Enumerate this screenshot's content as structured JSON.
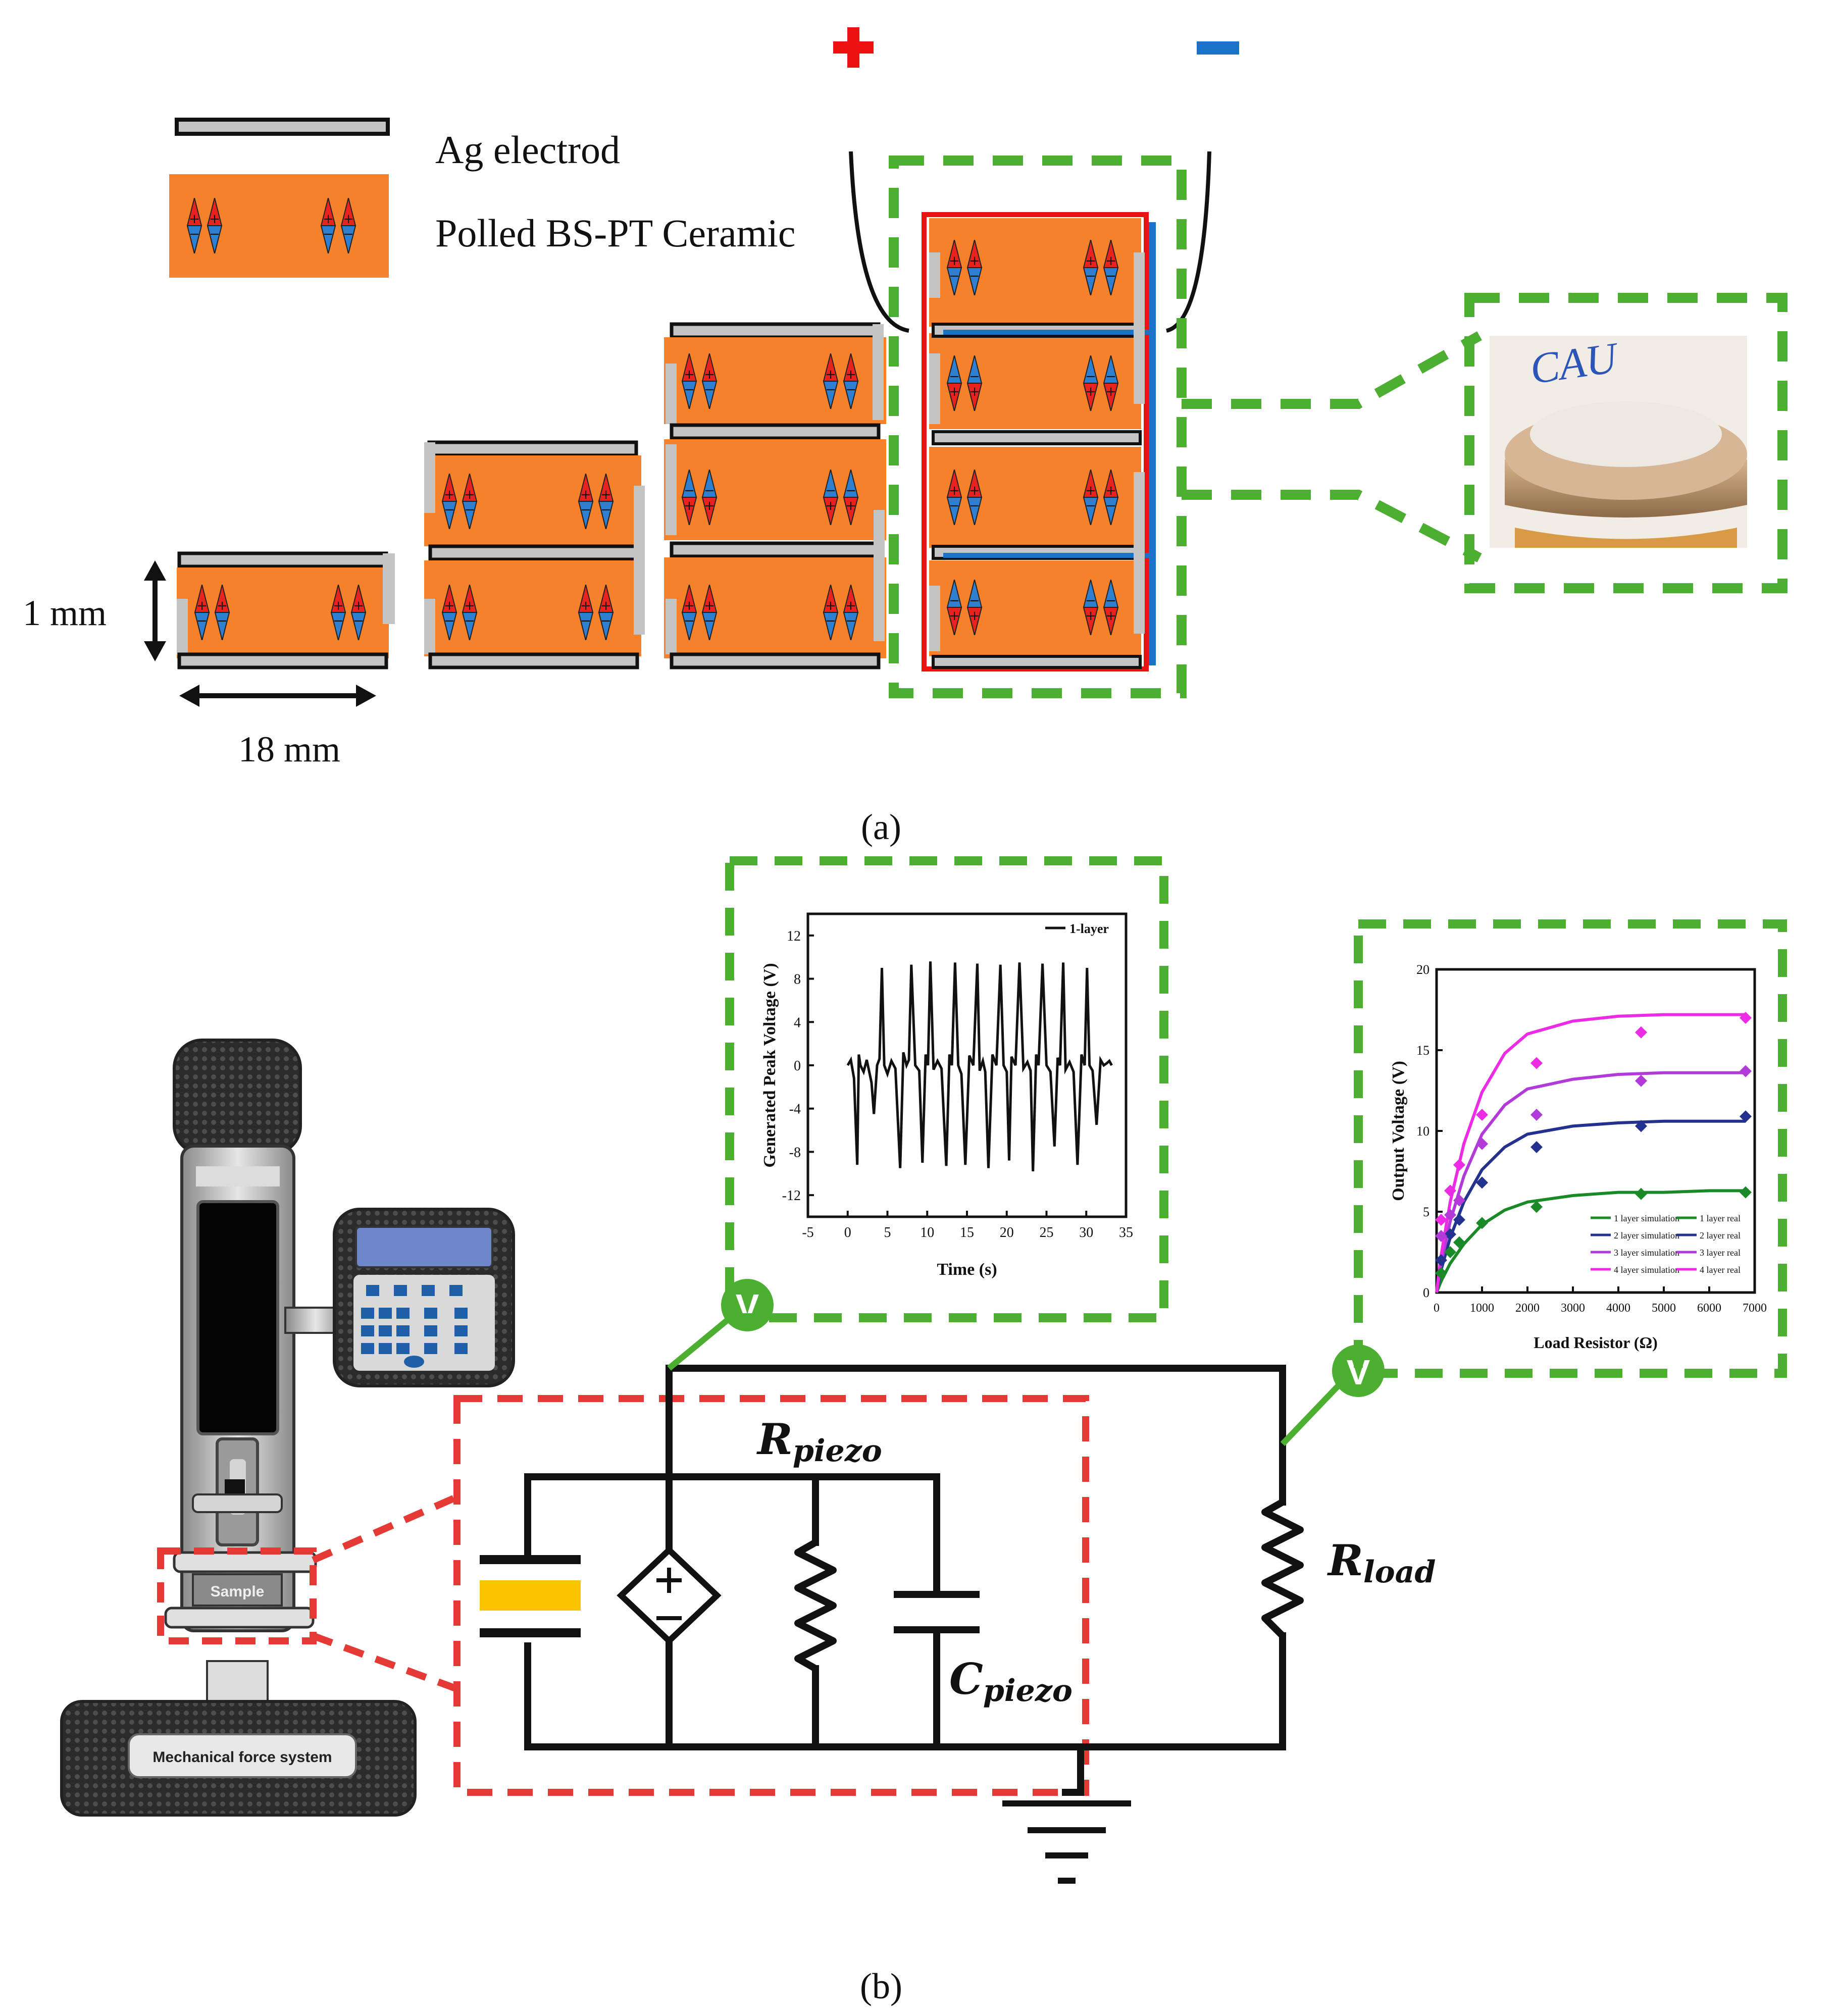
{
  "legend": {
    "electrode_label": "Ag  electrod",
    "ceramic_label": "Polled  BS-PT   Ceramic"
  },
  "terminals": {
    "plus": "+",
    "minus": "−",
    "plus_color": "#ee1111",
    "minus_color": "#1a73c6"
  },
  "dimensions": {
    "thickness": "1   mm",
    "width": "18  mm"
  },
  "colors": {
    "ceramic": "#f5822a",
    "electrode": "#c4c4c4",
    "highlight": "#4caf32",
    "circuit_box": "#e53935",
    "dipole_red": "#e8231f",
    "dipole_blue": "#2f7fd0",
    "capacitor_fill": "#f9c400"
  },
  "panel_labels": {
    "a": "(a)",
    "b": "(b)"
  },
  "photo": {
    "logo_text": "CAU"
  },
  "machine": {
    "sample_label": "Sample",
    "base_label": "Mechanical force system"
  },
  "circuit": {
    "r_piezo": {
      "main": "R",
      "sub": "piezo"
    },
    "c_piezo": {
      "main": "C",
      "sub": "piezo"
    },
    "r_load": {
      "main": "R",
      "sub": "load"
    },
    "meter_symbol": "V"
  },
  "chart_data": [
    {
      "type": "line",
      "xlabel": "Time (s)",
      "ylabel": "Generated Peak Voltage (V)",
      "xlim": [
        -5,
        35
      ],
      "ylim": [
        -14,
        14
      ],
      "xticks": [
        "-5",
        "0",
        "5",
        "10",
        "15",
        "20",
        "25",
        "30",
        "35"
      ],
      "yticks": [
        "12",
        "8",
        "4",
        "0",
        "-4",
        "-8",
        "-12"
      ],
      "legend": [
        "1-layer"
      ],
      "series": [
        {
          "name": "1-layer",
          "x": [
            0,
            0.4,
            0.8,
            1.2,
            1.4,
            1.6,
            2.0,
            2.4,
            3.0,
            3.3,
            3.7,
            4.0,
            4.3,
            4.6,
            5.0,
            5.5,
            6.0,
            6.6,
            7.0,
            7.4,
            7.7,
            8.0,
            8.5,
            9.0,
            9.4,
            9.8,
            10.1,
            10.4,
            10.8,
            11.3,
            11.8,
            12.4,
            12.8,
            13.1,
            13.5,
            13.9,
            14.3,
            14.8,
            15.3,
            15.8,
            16.3,
            16.6,
            17.0,
            17.3,
            17.7,
            18.2,
            18.7,
            19.2,
            19.6,
            20.0,
            20.3,
            20.6,
            21.1,
            21.6,
            22.1,
            22.6,
            23.0,
            23.3,
            23.7,
            24.0,
            24.5,
            25.0,
            25.5,
            26.0,
            26.4,
            26.7,
            27.1,
            27.4,
            27.9,
            28.4,
            28.9,
            29.4,
            29.8,
            30.1,
            30.4,
            30.8,
            31.3,
            31.8,
            32.2,
            32.6,
            32.9,
            33.2
          ],
          "values": [
            0,
            0.5,
            -1.2,
            -9.2,
            1.0,
            0,
            -0.6,
            0.5,
            -1.6,
            -4.5,
            0,
            0.6,
            9.0,
            0,
            -0.8,
            0.4,
            -0.3,
            -9.5,
            1.2,
            0,
            0.5,
            9.3,
            0,
            -0.5,
            -9.0,
            1.0,
            0,
            9.6,
            -0.4,
            0.4,
            -0.3,
            -9.3,
            1.0,
            0,
            9.5,
            0,
            -0.8,
            -9.2,
            0.9,
            0,
            9.4,
            -0.5,
            0.4,
            -0.6,
            -9.5,
            1.0,
            0,
            9.3,
            0,
            -0.6,
            -8.8,
            0.8,
            0,
            9.5,
            -0.3,
            0.3,
            -0.5,
            -9.8,
            1.0,
            0,
            9.4,
            0,
            -0.6,
            -7.5,
            0.7,
            0,
            9.5,
            -0.4,
            0.3,
            -0.6,
            -9.2,
            1.0,
            0,
            9.0,
            0,
            -0.5,
            -5.5,
            0.5,
            0,
            0.2,
            0.4,
            0
          ]
        }
      ]
    },
    {
      "type": "line",
      "xlabel": "Load Resistor (Ω)",
      "ylabel": "Output Voltage (V)",
      "xlim": [
        0,
        7000
      ],
      "ylim": [
        0,
        20
      ],
      "xticks": [
        "0",
        "1000",
        "2000",
        "3000",
        "4000",
        "5000",
        "6000",
        "7000"
      ],
      "yticks": [
        "0",
        "5",
        "10",
        "15",
        "20"
      ],
      "series": [
        {
          "name": "1 layer simulation",
          "color": "#1a8a28",
          "x": [
            0,
            100,
            300,
            600,
            1000,
            1500,
            2000,
            3000,
            4000,
            5000,
            6000,
            6800
          ],
          "values": [
            0,
            0.7,
            1.8,
            3.0,
            4.2,
            5.1,
            5.6,
            6.0,
            6.2,
            6.2,
            6.3,
            6.3
          ]
        },
        {
          "name": "2 layer simulation",
          "color": "#23318f",
          "x": [
            0,
            100,
            300,
            600,
            1000,
            1500,
            2000,
            3000,
            4000,
            5000,
            6000,
            6800
          ],
          "values": [
            0,
            1.4,
            3.4,
            5.6,
            7.6,
            9.0,
            9.8,
            10.3,
            10.5,
            10.6,
            10.6,
            10.6
          ]
        },
        {
          "name": "3 layer simulation",
          "color": "#b13ad8",
          "x": [
            0,
            100,
            300,
            600,
            1000,
            1500,
            2000,
            3000,
            4000,
            5000,
            6000,
            6800
          ],
          "values": [
            0,
            1.8,
            4.4,
            7.2,
            9.8,
            11.6,
            12.6,
            13.2,
            13.5,
            13.6,
            13.6,
            13.6
          ]
        },
        {
          "name": "4 layer simulation",
          "color": "#ec2be4",
          "x": [
            0,
            100,
            300,
            600,
            1000,
            1500,
            2000,
            3000,
            4000,
            5000,
            6000,
            6800
          ],
          "values": [
            0,
            2.3,
            5.6,
            9.2,
            12.4,
            14.8,
            16.0,
            16.8,
            17.1,
            17.2,
            17.2,
            17.2
          ]
        },
        {
          "name": "1 layer real",
          "color": "#1a8a28",
          "x": [
            100,
            300,
            500,
            1000,
            2200,
            4500,
            6800
          ],
          "values": [
            1.2,
            2.5,
            3.1,
            4.3,
            5.3,
            6.1,
            6.2
          ]
        },
        {
          "name": "2 layer real",
          "color": "#23318f",
          "x": [
            100,
            300,
            500,
            1000,
            2200,
            4500,
            6800
          ],
          "values": [
            2.0,
            3.6,
            4.5,
            6.8,
            9.0,
            10.3,
            10.9
          ]
        },
        {
          "name": "3 layer real",
          "color": "#b13ad8",
          "x": [
            100,
            300,
            500,
            1000,
            2200,
            4500,
            6800
          ],
          "values": [
            3.5,
            4.8,
            5.7,
            9.2,
            11.0,
            13.1,
            13.7
          ]
        },
        {
          "name": "4 layer real",
          "color": "#ec2be4",
          "x": [
            100,
            300,
            500,
            1000,
            2200,
            4500,
            6800
          ],
          "values": [
            4.5,
            6.3,
            7.9,
            11.0,
            14.2,
            16.1,
            17.0
          ]
        }
      ]
    }
  ]
}
